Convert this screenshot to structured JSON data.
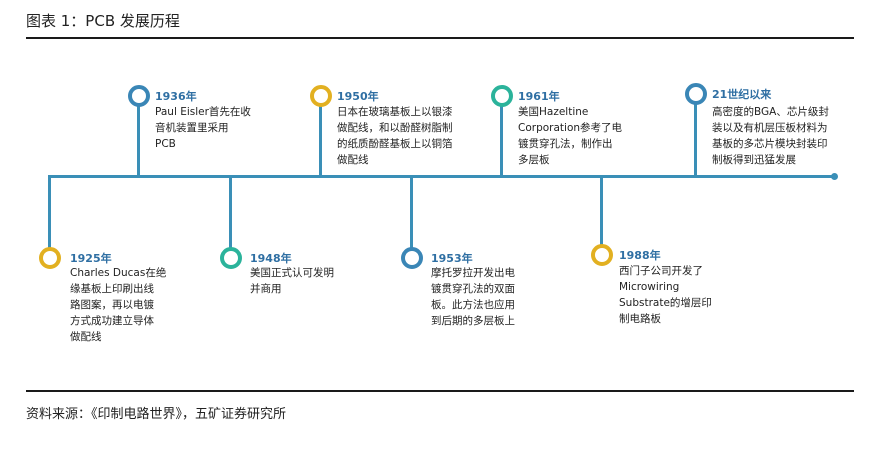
{
  "figure": {
    "title": "图表 1：PCB 发展历程",
    "source": "资料来源：《印制电路世界》，五矿证券研究所"
  },
  "colors": {
    "axis": "#3a8fb7",
    "node_blue": "#3a86b6",
    "node_gold": "#e2b021",
    "node_teal": "#2bb39b",
    "year_text": "#2f6fa3"
  },
  "events": [
    {
      "year": "1936年",
      "lines": [
        "Paul Eisler首先在收",
        "音机装置里采用",
        "PCB"
      ]
    },
    {
      "year": "1950年",
      "lines": [
        "日本在玻璃基板上以银漆",
        "做配线，和以酚醛树脂制",
        "的纸质酚醛基板上以铜箔",
        "做配线"
      ]
    },
    {
      "year": "1961年",
      "lines": [
        "美国Hazeltine",
        "Corporation参考了电",
        "镀贯穿孔法，制作出",
        "多层板"
      ]
    },
    {
      "year": "21世纪以来",
      "lines": [
        "高密度的BGA、芯片级封",
        "装以及有机层压板材料为",
        "基板的多芯片模块封装印",
        "制板得到迅猛发展"
      ]
    },
    {
      "year": "1925年",
      "lines": [
        "Charles Ducas在绝",
        "缘基板上印刷出线",
        "路图案，再以电镀",
        "方式成功建立导体",
        "做配线"
      ]
    },
    {
      "year": "1948年",
      "lines": [
        "美国正式认可发明",
        "并商用"
      ]
    },
    {
      "year": "1953年",
      "lines": [
        "摩托罗拉开发出电",
        "镀贯穿孔法的双面",
        "板。此方法也应用",
        "到后期的多层板上"
      ]
    },
    {
      "year": "1988年",
      "lines": [
        "西门子公司开发了",
        "Microwiring",
        "Substrate的增层印",
        "制电路板"
      ]
    }
  ]
}
